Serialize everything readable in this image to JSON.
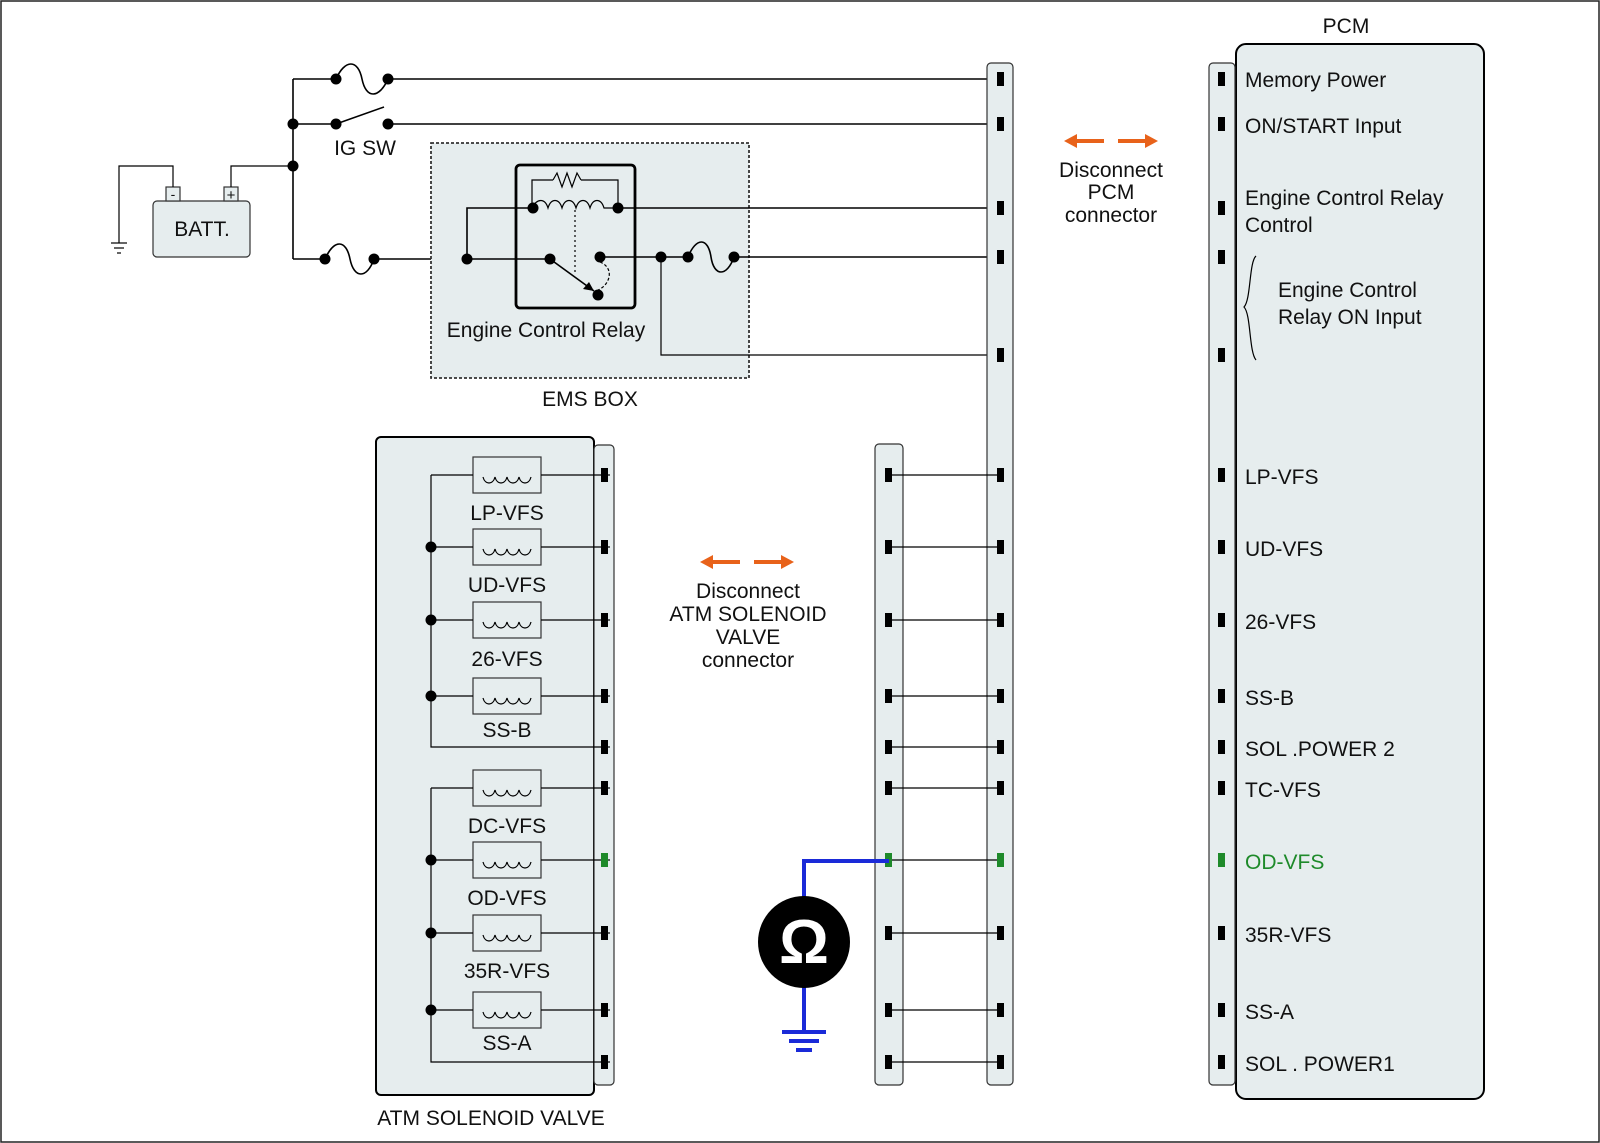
{
  "colors": {
    "highlight": "#1e8a2a",
    "probe_wire": "#1a2ad8",
    "disconnect_arrow": "#e8621a",
    "connector_fill": "#e6edee"
  },
  "battery": {
    "label": "BATT.",
    "neg": "-",
    "pos": "+"
  },
  "switch": {
    "label": "IG SW"
  },
  "ems_box": {
    "label": "EMS BOX",
    "relay_label": "Engine Control Relay"
  },
  "pcm": {
    "title": "PCM",
    "pins": [
      {
        "label": "Memory Power"
      },
      {
        "label": "ON/START Input"
      },
      {
        "label_lines": [
          "Engine Control Relay",
          "Control"
        ]
      },
      {
        "label_lines": [
          "Engine Control",
          "Relay ON Input"
        ]
      },
      {
        "label": "LP-VFS"
      },
      {
        "label": "UD-VFS"
      },
      {
        "label": "26-VFS"
      },
      {
        "label": "SS-B"
      },
      {
        "label": "SOL .POWER 2"
      },
      {
        "label": "TC-VFS"
      },
      {
        "label": "OD-VFS",
        "highlight": true
      },
      {
        "label": "35R-VFS"
      },
      {
        "label": "SS-A"
      },
      {
        "label": "SOL . POWER1"
      }
    ]
  },
  "pcm_disconnect": {
    "lines": [
      "Disconnect",
      "PCM",
      "connector"
    ]
  },
  "atm_disconnect": {
    "lines": [
      "Disconnect",
      "ATM SOLENOID",
      "VALVE",
      "connector"
    ]
  },
  "atm_solenoid_valve": {
    "label": "ATM SOLENOID VALVE",
    "solenoids": [
      "LP-VFS",
      "UD-VFS",
      "26-VFS",
      "SS-B",
      "DC-VFS",
      "OD-VFS",
      "35R-VFS",
      "SS-A"
    ]
  },
  "ohmmeter": {
    "symbol": "Ω"
  }
}
